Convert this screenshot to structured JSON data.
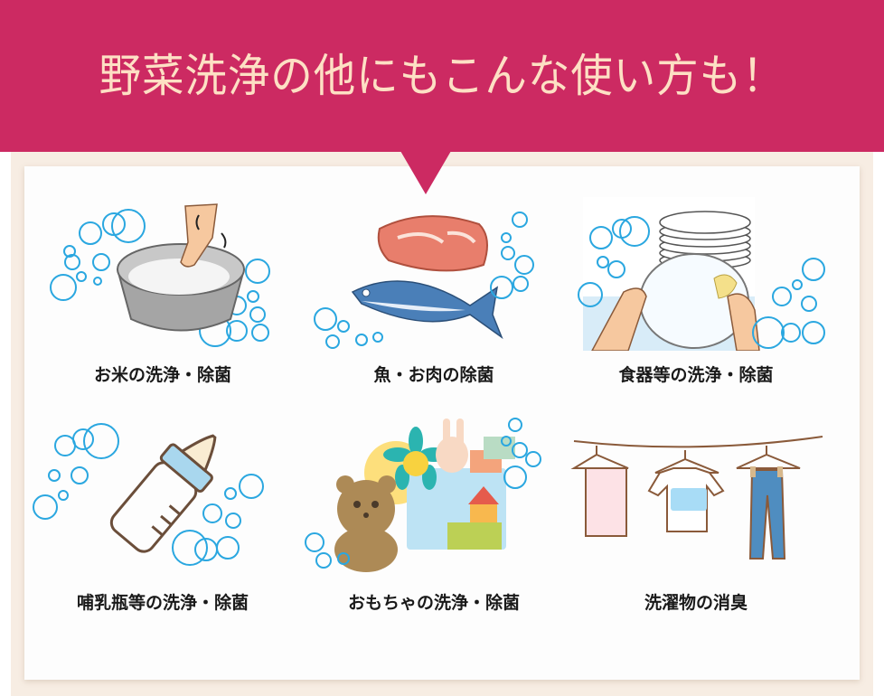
{
  "banner": {
    "title": "野菜洗浄の他にもこんな使い方も！",
    "background_color": "#cc2a62",
    "title_color": "#fde0c4"
  },
  "panel": {
    "frame_color": "#f7ede3",
    "card_color": "#fdfdfd"
  },
  "uses": [
    {
      "label": "お米の洗浄・除菌",
      "icon": "rice-washing-illustration"
    },
    {
      "label": "魚・お肉の除菌",
      "icon": "fish-meat-illustration"
    },
    {
      "label": "食器等の洗浄・除菌",
      "icon": "dish-washing-illustration"
    },
    {
      "label": "哺乳瓶等の洗浄・除菌",
      "icon": "baby-bottle-illustration"
    },
    {
      "label": "おもちゃの洗浄・除菌",
      "icon": "toys-illustration"
    },
    {
      "label": "洗濯物の消臭",
      "icon": "laundry-illustration"
    }
  ]
}
